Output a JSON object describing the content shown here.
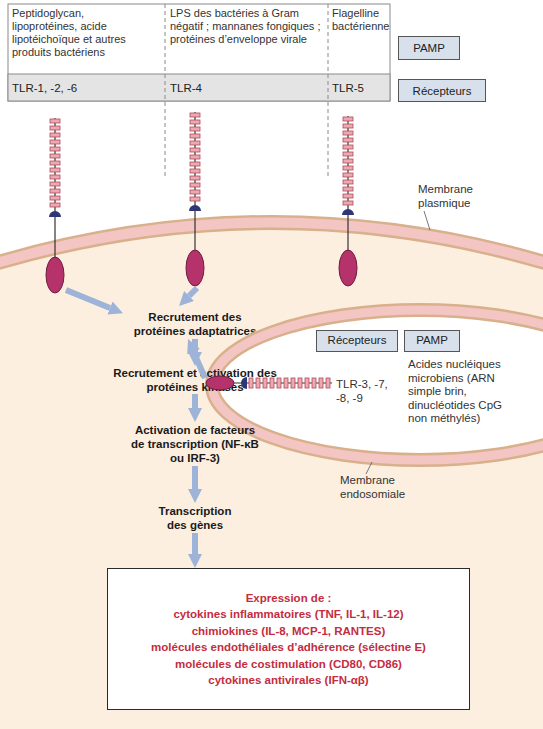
{
  "diagram": {
    "nodes": [
      {
        "text": [
          "Peptidoglycan, lipoprotéines, acide lipotéichoïque et autres produits bactériens"
        ]
      },
      {
        "text": [
          "LPS des bactéries à Gram négatif ; mannanes fongiques ; protéines d’enveloppe virale"
        ]
      },
      {
        "text": [
          "Flagelline bactérienne"
        ]
      },
      {
        "text": [
          "PAMP"
        ]
      },
      {
        "text": [
          "TLR-1, -2, -6"
        ]
      },
      {
        "text": [
          "TLR-4"
        ]
      },
      {
        "text": [
          "TLR-5"
        ]
      },
      {
        "text": [
          "Récepteurs"
        ]
      },
      {
        "text": [
          "Recrutement des protéines adaptatrices"
        ]
      },
      {
        "text": [
          "TLR-3, -7, -8, -9",
          "Acides nucléiques microbiens (ARN simple brin, dinucléotides CpG non méthylés)"
        ]
      },
      {
        "text": [
          "Récepteurs"
        ],
        "in": 9
      },
      {
        "text": [
          "PAMP"
        ],
        "in": 9
      },
      {
        "text": [
          "Recrutement et activation des protéines kinases"
        ]
      },
      {
        "text": [
          "Activation de facteurs de transcription (NF-κB ou IRF-3)"
        ]
      },
      {
        "text": [
          "Transcription des gènes"
        ]
      },
      {
        "text": [
          "Expression de :",
          "cytokines inflammatoires (TNF, IL-1, IL-12)",
          "chimiokines (IL-8, MCP-1, RANTES)",
          "molécules endothéliales d’adhérence (sélectine E)",
          "molécules de costimulation (CD80, CD86)",
          "cytokines antivirales (IFN-αβ)"
        ]
      }
    ],
    "edges": [
      {
        "from": 8,
        "to": 12,
        "arrow": "to"
      },
      {
        "from": 12,
        "to": 13,
        "arrow": "to"
      },
      {
        "from": 13,
        "to": 14,
        "arrow": "to"
      },
      {
        "from": 14,
        "to": 15,
        "arrow": "to"
      },
      {
        "from": 9,
        "to": 8,
        "arrow": "to"
      }
    ],
    "labels": [
      "Membrane plasmique",
      "Membrane endosomiale"
    ]
  }
}
